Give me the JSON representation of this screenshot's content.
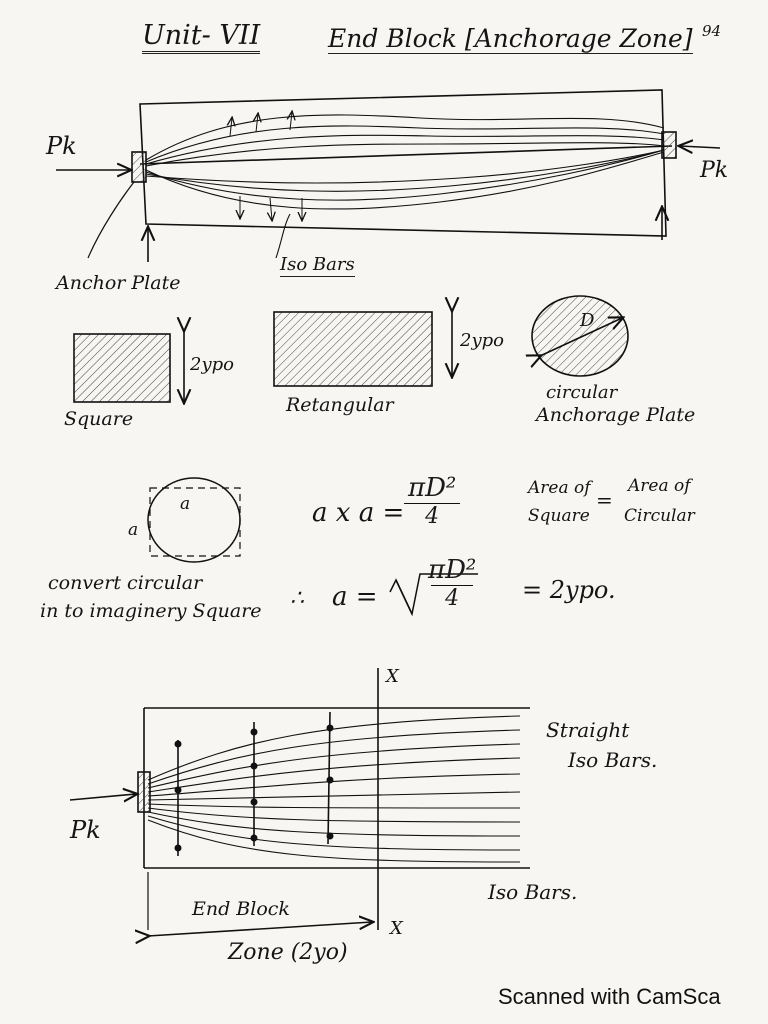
{
  "header": {
    "unit": "Unit- VII",
    "title": "End Block [Anchorage Zone]",
    "page_no": "94"
  },
  "fig1": {
    "load_left": "Pk",
    "load_right": "Pk",
    "anchor_plate": "Anchor Plate",
    "iso_bars": "Iso Bars"
  },
  "plates": {
    "square_dim": "2ypo",
    "square_caption": "Square",
    "rect_dim": "2ypo",
    "rect_caption": "Retangular",
    "circle_dim": "D",
    "circle_caption_1": "circular",
    "circle_caption_2": "Anchorage Plate"
  },
  "conversion": {
    "side_top": "a",
    "side_left": "a",
    "eq1_lhs": "a x a =",
    "eq1_num": "πD²",
    "eq1_den": "4",
    "area_left_1": "Area of",
    "area_left_2": "Square",
    "equals": "=",
    "area_right_1": "Area of",
    "area_right_2": "Circular",
    "note_1": "convert circular",
    "note_2": "in to imaginery Square",
    "therefore": "∴",
    "eq2_lhs": "a =",
    "eq2_num": "πD²",
    "eq2_den": "4",
    "eq2_rhs": "= 2ypo."
  },
  "fig2": {
    "axis_top": "X",
    "axis_bottom": "X",
    "straight_1": "Straight",
    "straight_2": "Iso Bars.",
    "iso_bars": "Iso Bars.",
    "load": "Pk",
    "end_block": "End Block",
    "zone": "Zone (2yo)"
  },
  "footer": {
    "scanner": "Scanned with CamSca"
  }
}
